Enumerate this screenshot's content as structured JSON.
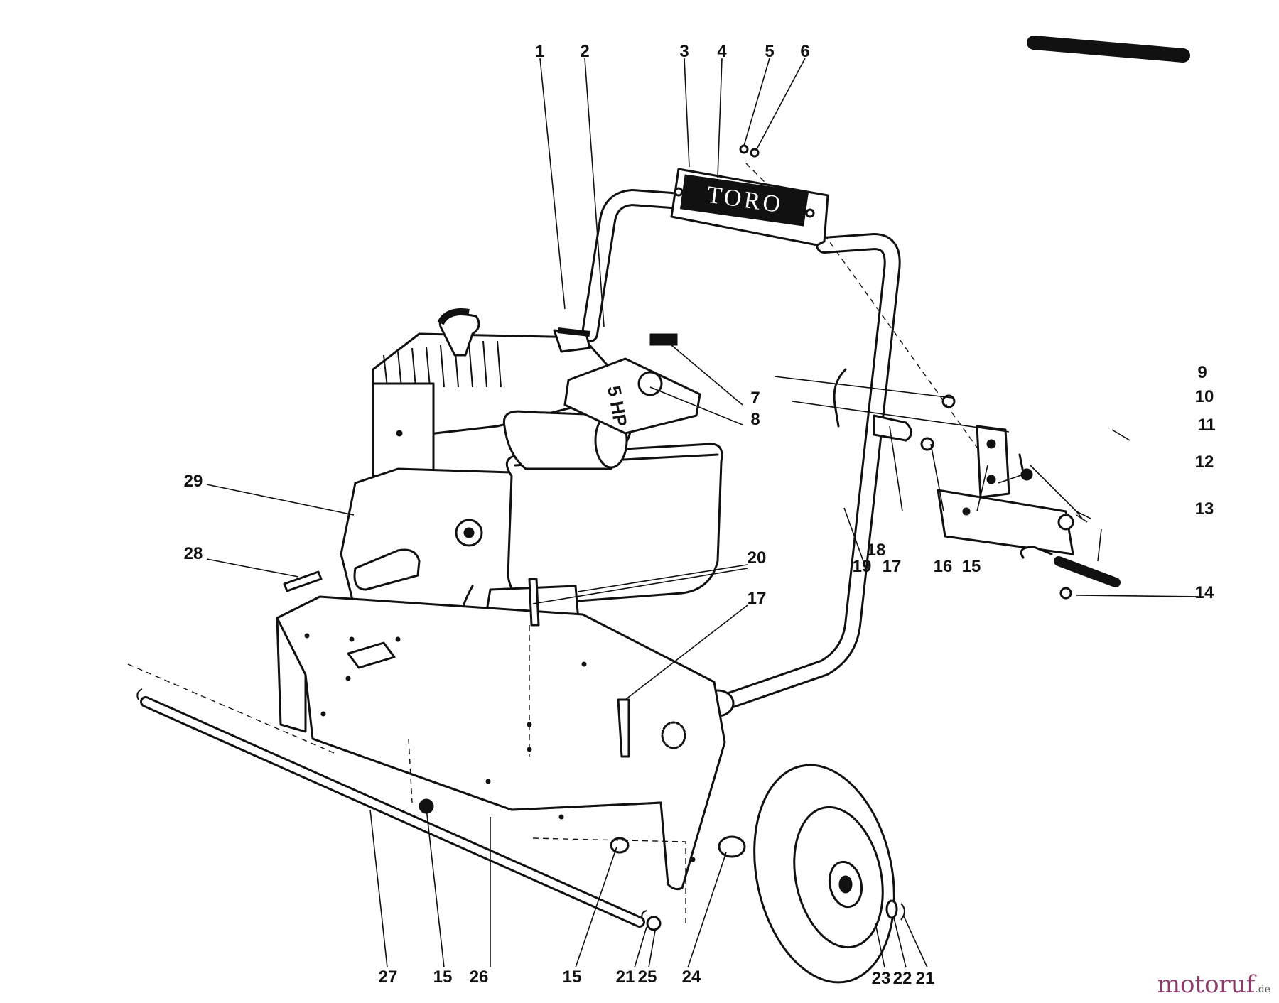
{
  "diagram": {
    "brand_plate_text": "TORO",
    "engine_label": "5 HP",
    "watermark": {
      "name": "motoruf",
      "suffix": ".de"
    },
    "callouts": [
      {
        "id": "c1",
        "text": "1"
      },
      {
        "id": "c2",
        "text": "2"
      },
      {
        "id": "c3",
        "text": "3"
      },
      {
        "id": "c4",
        "text": "4"
      },
      {
        "id": "c5",
        "text": "5"
      },
      {
        "id": "c6",
        "text": "6"
      },
      {
        "id": "c7",
        "text": "7"
      },
      {
        "id": "c8",
        "text": "8"
      },
      {
        "id": "c9",
        "text": "9"
      },
      {
        "id": "c10",
        "text": "10"
      },
      {
        "id": "c11",
        "text": "11"
      },
      {
        "id": "c12",
        "text": "12"
      },
      {
        "id": "c13",
        "text": "13"
      },
      {
        "id": "c14",
        "text": "14"
      },
      {
        "id": "c15a",
        "text": "15"
      },
      {
        "id": "c16",
        "text": "16"
      },
      {
        "id": "c17a",
        "text": "17"
      },
      {
        "id": "c18",
        "text": "18"
      },
      {
        "id": "c19",
        "text": "19"
      },
      {
        "id": "c17b",
        "text": "17"
      },
      {
        "id": "c20",
        "text": "20"
      },
      {
        "id": "c29",
        "text": "29"
      },
      {
        "id": "c28",
        "text": "28"
      },
      {
        "id": "c27",
        "text": "27"
      },
      {
        "id": "c15b",
        "text": "15"
      },
      {
        "id": "c26",
        "text": "26"
      },
      {
        "id": "c15c",
        "text": "15"
      },
      {
        "id": "c21a",
        "text": "21"
      },
      {
        "id": "c25",
        "text": "25"
      },
      {
        "id": "c24",
        "text": "24"
      },
      {
        "id": "c23",
        "text": "23"
      },
      {
        "id": "c22",
        "text": "22"
      },
      {
        "id": "c21b",
        "text": "21"
      }
    ]
  }
}
